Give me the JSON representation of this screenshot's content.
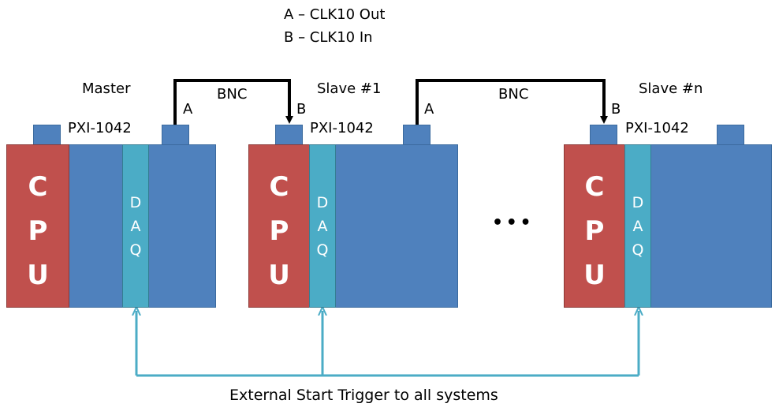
{
  "legend": {
    "a": "A – CLK10 Out",
    "b": "B – CLK10 In"
  },
  "link_label": "BNC",
  "port_out": "A",
  "port_in": "B",
  "model": "PXI-1042",
  "cpu_letters": [
    "C",
    "P",
    "U"
  ],
  "daq_letters": [
    "D",
    "A",
    "Q"
  ],
  "systems": [
    {
      "name": "Master"
    },
    {
      "name": "Slave #1"
    },
    {
      "name": "Slave #n"
    }
  ],
  "ellipsis": "• • •",
  "trigger_label": "External Start Trigger to all systems",
  "colors": {
    "chassis": "#4f81bd",
    "cpu": "#c0504d",
    "daq": "#4bacc6",
    "trigger_line": "#4bacc6",
    "bnc_line": "#000000"
  }
}
